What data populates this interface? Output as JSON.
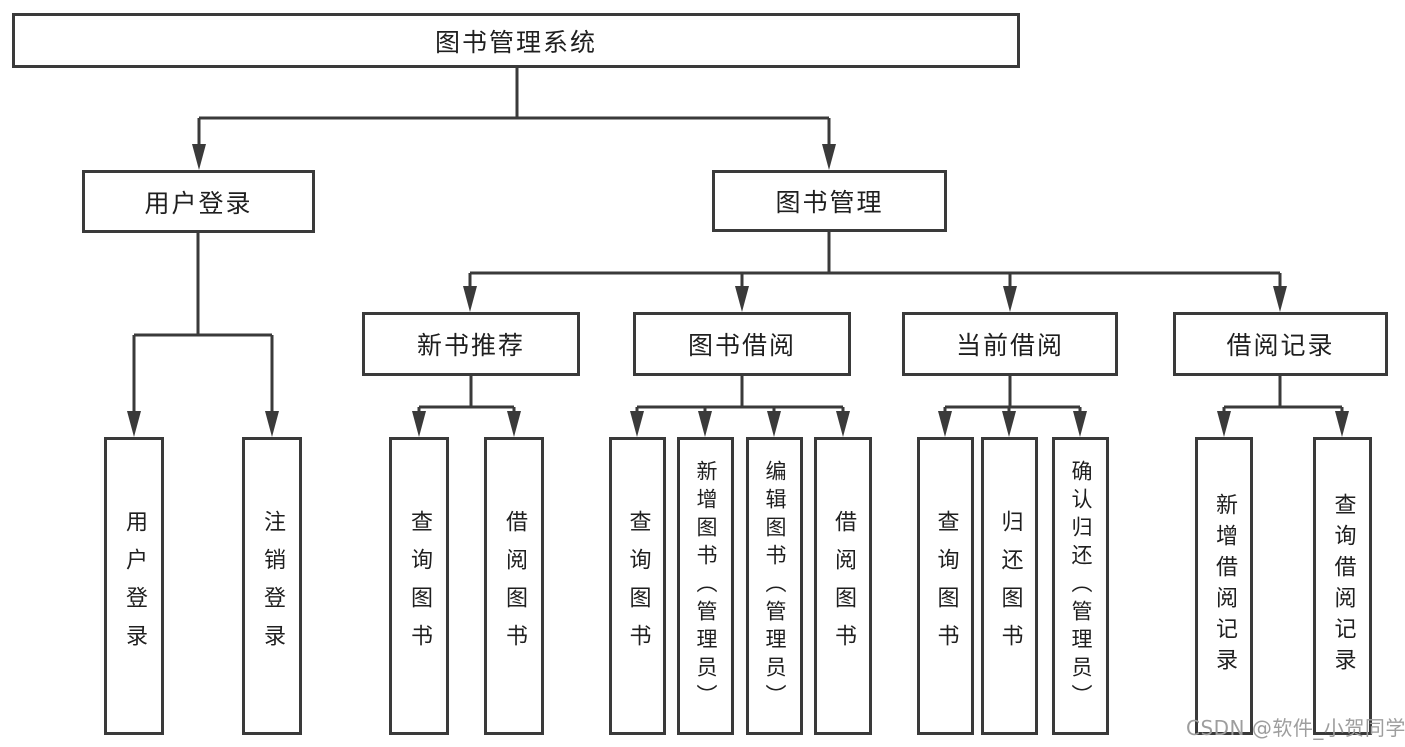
{
  "colors": {
    "line": "#3a3a3a",
    "text": "#1f1f1f",
    "watermark": "#9e9e9e",
    "background": "#ffffff"
  },
  "watermark": {
    "text": "CSDN @软件_小贺同学"
  },
  "root": {
    "label": "图书管理系统",
    "children": [
      {
        "label": "用户登录",
        "children": [
          {
            "label": "用户登录"
          },
          {
            "label": "注销登录"
          }
        ]
      },
      {
        "label": "图书管理",
        "children": [
          {
            "label": "新书推荐",
            "children": [
              {
                "label": "查询图书"
              },
              {
                "label": "借阅图书"
              }
            ]
          },
          {
            "label": "图书借阅",
            "children": [
              {
                "label": "查询图书"
              },
              {
                "label": "新增图书（管理员）"
              },
              {
                "label": "编辑图书（管理员）"
              },
              {
                "label": "借阅图书"
              }
            ]
          },
          {
            "label": "当前借阅",
            "children": [
              {
                "label": "查询图书"
              },
              {
                "label": "归还图书"
              },
              {
                "label": "确认归还（管理员）"
              }
            ]
          },
          {
            "label": "借阅记录",
            "children": [
              {
                "label": "新增借阅记录"
              },
              {
                "label": "查询借阅记录"
              }
            ]
          }
        ]
      }
    ]
  }
}
